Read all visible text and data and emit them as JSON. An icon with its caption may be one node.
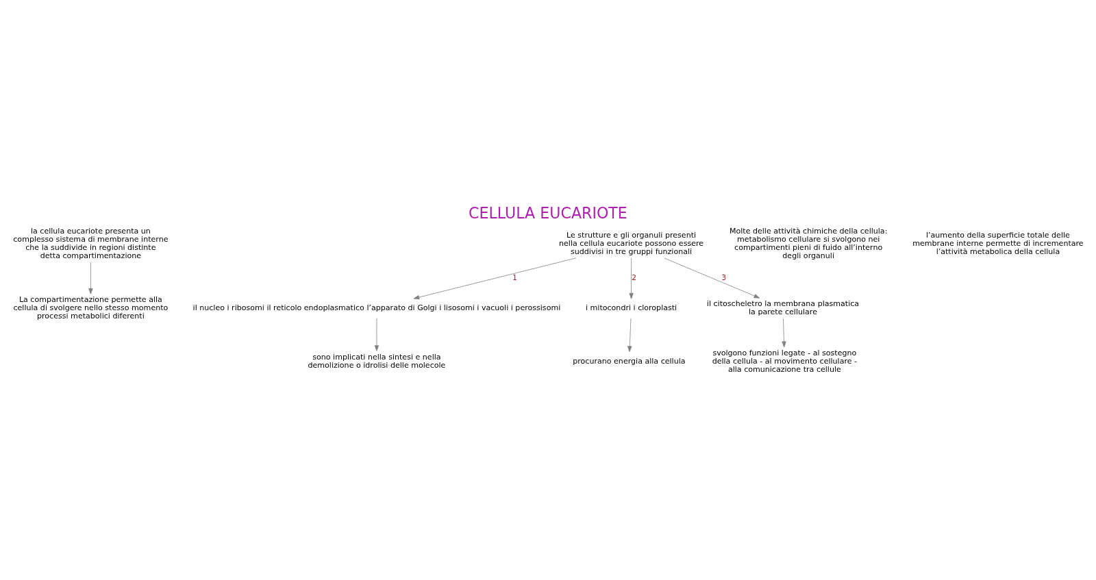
{
  "diagram": {
    "title": "CELLULA EUCARIOTE",
    "nodes": [
      {
        "text": [
          "la cellula eucariote presenta un complesso sistema di membrane interne che la suddivide in regioni distinte detta compartimentazione"
        ]
      },
      {
        "text": [
          "La compartimentazione permette alla cellula di svolgere nello stesso momento processi metabolici diferenti"
        ]
      },
      {
        "text": [
          "Le strutture e gli organuli presenti nella cellula eucariote possono essere suddivisi in tre gruppi funzionali"
        ]
      },
      {
        "text": [
          "il nucleo i ribosomi il reticolo endoplasmatico l’apparato di Golgi i lisosomi i vacuoli i perossisomi"
        ]
      },
      {
        "text": [
          "i mitocondri i cloroplasti"
        ]
      },
      {
        "text": [
          "il citoscheletro la membrana plasmatica la parete cellulare"
        ]
      },
      {
        "text": [
          "svolgono funzioni legate - al sostegno della cellula - al movimento cellulare - alla comunicazione tra cellule"
        ]
      },
      {
        "text": [
          "procurano energia alla cellula"
        ]
      },
      {
        "text": [
          "sono implicati nella sintesi e nella demolizione o idrolisi delle molecole"
        ]
      }
    ],
    "edges": [
      {
        "from": 0,
        "to": 1,
        "arrow": "to"
      },
      {
        "from": 2,
        "to": 3,
        "arrow": "to",
        "label": "1"
      },
      {
        "from": 2,
        "to": 4,
        "arrow": "to",
        "label": "2"
      },
      {
        "from": 2,
        "to": 5,
        "arrow": "to",
        "label": "3"
      },
      {
        "from": 5,
        "to": 6,
        "arrow": "to"
      },
      {
        "from": 4,
        "to": 7,
        "arrow": "to"
      },
      {
        "from": 3,
        "to": 8,
        "arrow": "to"
      }
    ],
    "labels": [
      "Molte delle attività chimiche della cellula: metabolismo cellulare si svolgono nei compartimenti pieni di fuido all’interno degli organuli",
      "l’aumento della superficie totale delle membrane interne permette di incrementare l’attività metabolica della cellula"
    ]
  }
}
